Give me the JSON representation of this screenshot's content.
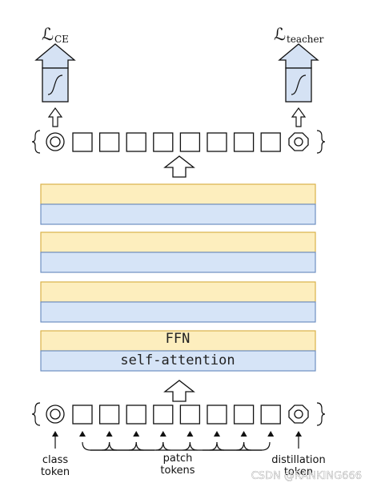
{
  "outputs": {
    "ce": {
      "symbol": "ℒ",
      "subscript": "CE"
    },
    "teacher": {
      "symbol": "ℒ",
      "subscript": "teacher"
    }
  },
  "layers": {
    "ffn_label": "FFN",
    "attention_label": "self-attention",
    "count": 4
  },
  "labels": {
    "class_token_line1": "class",
    "class_token_line2": "token",
    "patch_tokens_line1": "patch",
    "patch_tokens_line2": "tokens",
    "distillation_token_line1": "distillation",
    "distillation_token_line2": "token"
  },
  "patch_token_count": 8,
  "watermark": "CSDN @RANKING666",
  "colors": {
    "ffn": "#fdeebe",
    "ffn_border": "#d9b24a",
    "attention": "#d6e4f7",
    "attention_border": "#6e8fc2",
    "output_box": "#d5e2f4",
    "stroke": "#111111"
  }
}
